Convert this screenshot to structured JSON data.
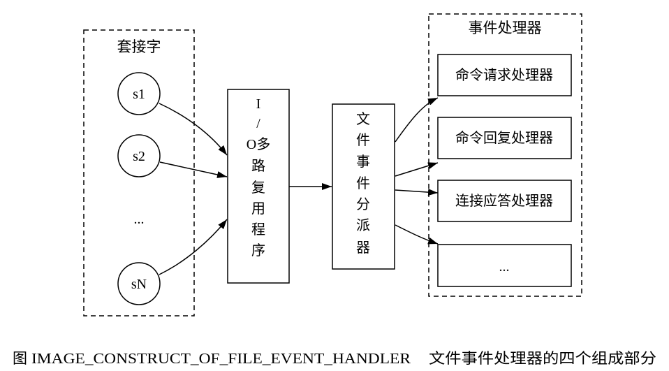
{
  "sockets": {
    "title": "套接字",
    "items": [
      "s1",
      "s2",
      "...",
      "sN"
    ]
  },
  "io_multiplexer": {
    "lines": [
      "I",
      "/",
      "O多",
      "路",
      "复",
      "用",
      "程",
      "序"
    ]
  },
  "dispatcher": {
    "lines": [
      "文",
      "件",
      "事",
      "件",
      "分",
      "派",
      "器"
    ]
  },
  "handlers": {
    "title": "事件处理器",
    "items": [
      "命令请求处理器",
      "命令回复处理器",
      "连接应答处理器",
      "..."
    ]
  },
  "caption": {
    "prefix": "图",
    "id": "IMAGE_CONSTRUCT_OF_FILE_EVENT_HANDLER",
    "text": "文件事件处理器的四个组成部分"
  },
  "colors": {
    "stroke": "#000000",
    "background": "#ffffff"
  }
}
